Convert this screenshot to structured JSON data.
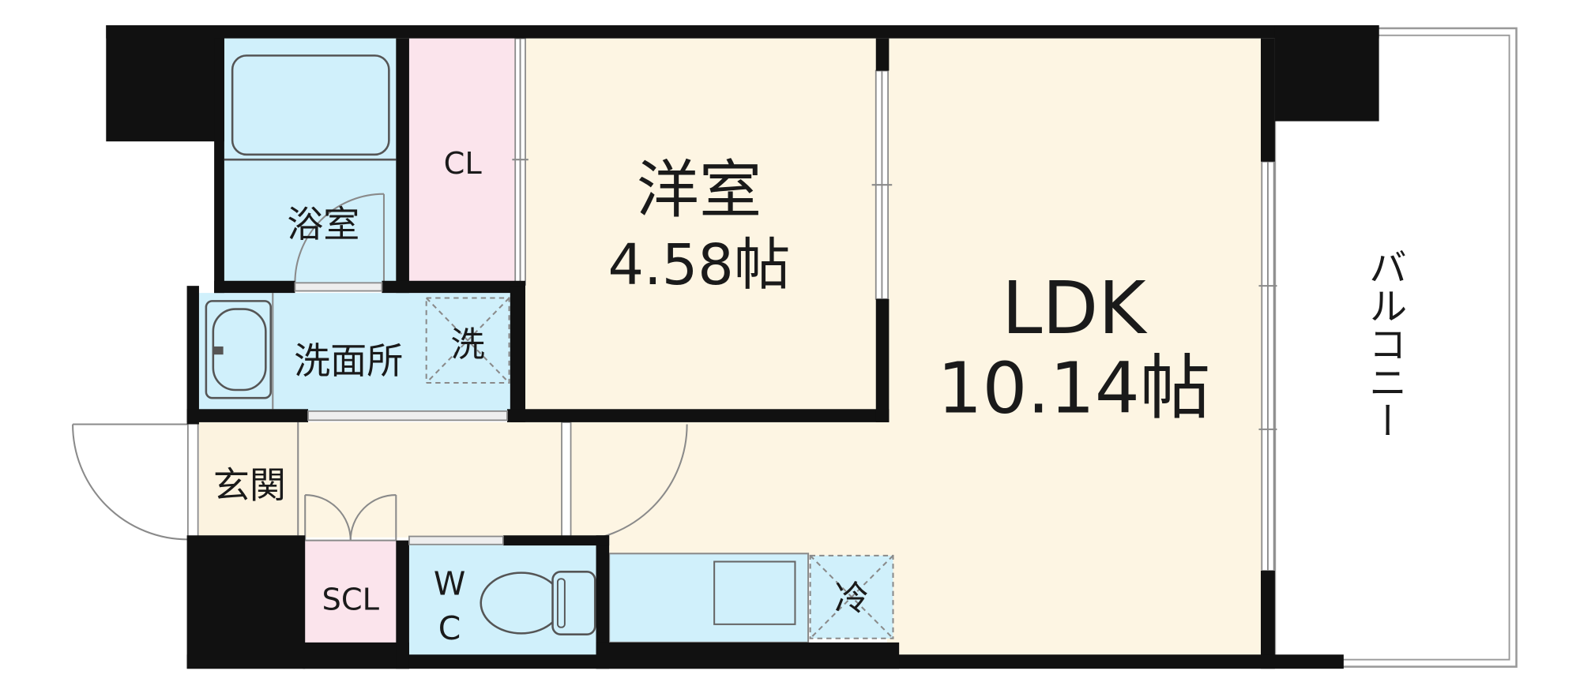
{
  "floor_plan": {
    "rooms": {
      "bathroom": {
        "label": "浴室"
      },
      "closet": {
        "label": "CL"
      },
      "western_room": {
        "label": "洋室",
        "size": "4.58帖"
      },
      "ldk": {
        "label": "LDK",
        "size": "10.14帖"
      },
      "washroom": {
        "label": "洗面所"
      },
      "washer_space": {
        "label": "洗"
      },
      "entrance": {
        "label": "玄関"
      },
      "shoe_closet": {
        "label": "SCL"
      },
      "toilet": {
        "label": [
          "W",
          "C"
        ]
      },
      "fridge_space": {
        "label": "冷"
      },
      "balcony": {
        "label": "バルコニー"
      }
    }
  },
  "colors": {
    "background": "#ffffff",
    "wall": "#111111",
    "wet_area": "#d0f0fb",
    "closet": "#fbe4ec",
    "living": "#fdf5e3",
    "entrance": "#fcf3e0"
  }
}
